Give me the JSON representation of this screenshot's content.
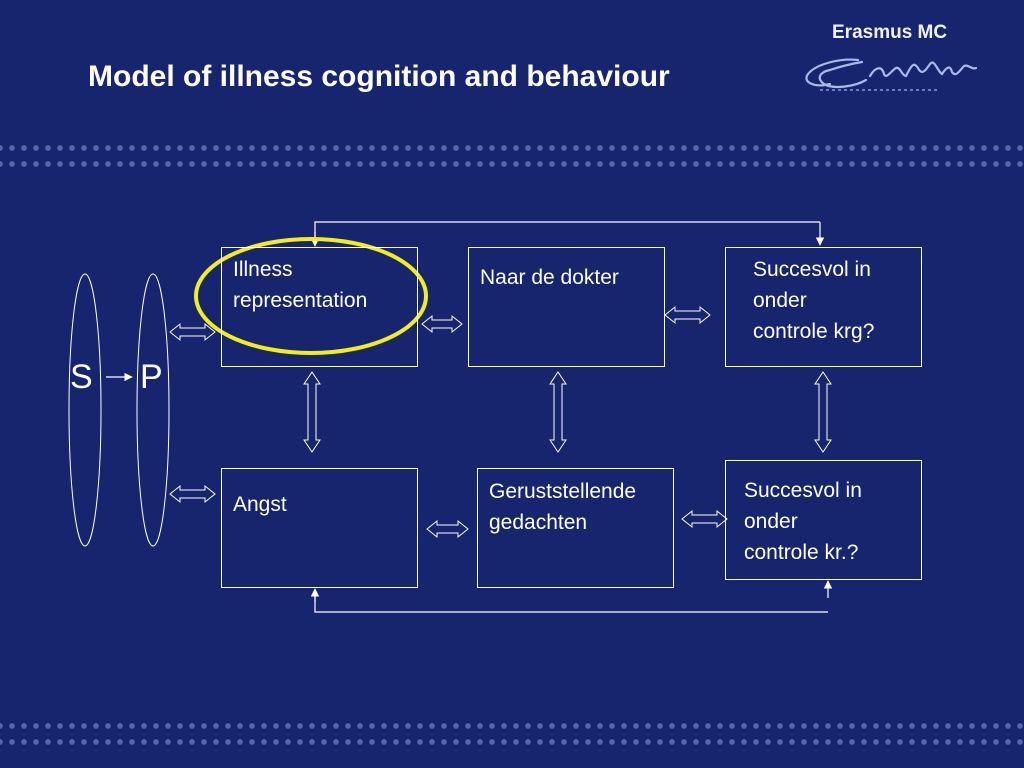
{
  "title": "Model of illness cognition and behaviour",
  "logo": {
    "text": "Erasmus MC",
    "signature": "Erasmus"
  },
  "diagram": {
    "left_labels": {
      "s": "S",
      "p": "P"
    },
    "boxes": {
      "illness_representation": "Illness\nrepresentation",
      "naar_de_dokter": "Naar de dokter",
      "succesvol_krg": "Succesvol in\nonder\ncontrole krg?",
      "angst": "Angst",
      "geruststellende": "Geruststellende\ngedachten",
      "succesvol_kr": "Succesvol in\nonder\ncontrole kr.?"
    },
    "highlight_color": "#f2ee1e"
  },
  "colors": {
    "background": "#16256e",
    "band_dots": "#5868a6",
    "lines": "#ffffff"
  }
}
